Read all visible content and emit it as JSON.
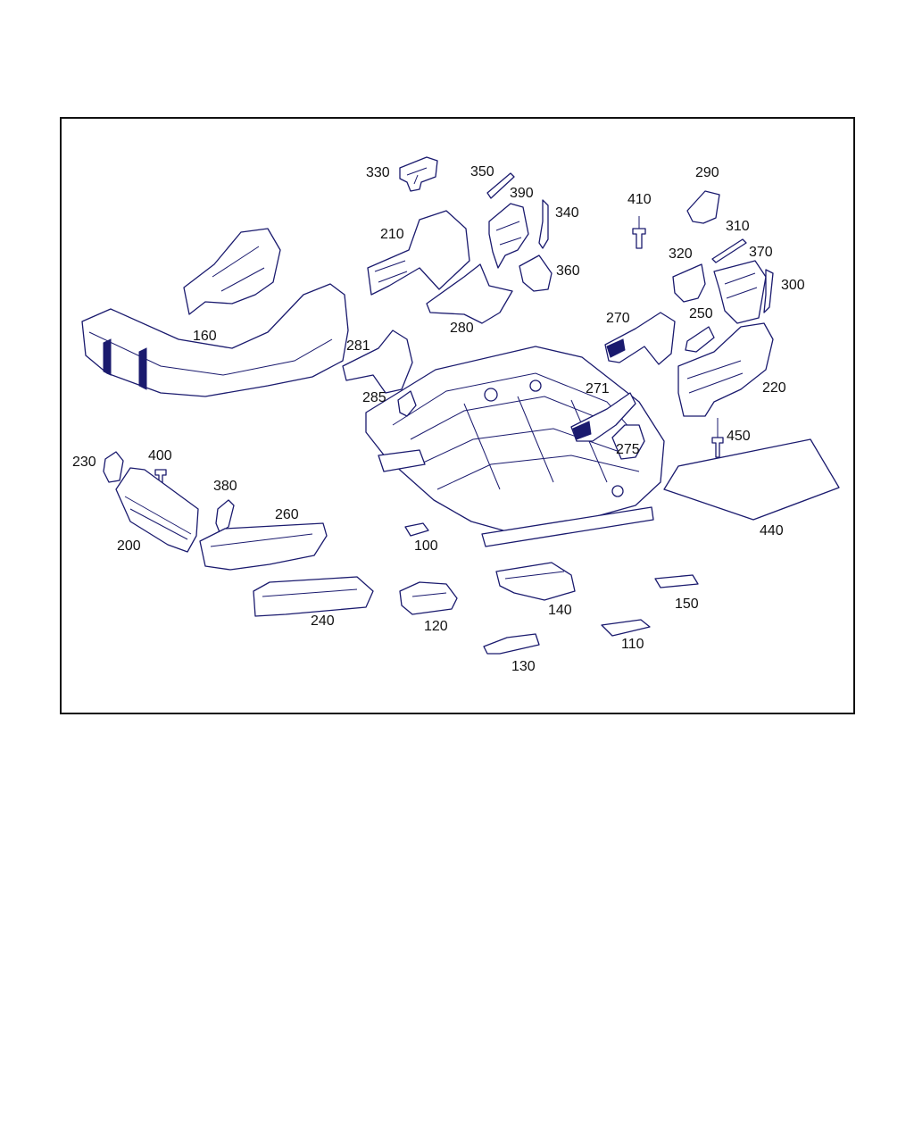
{
  "diagram": {
    "callouts": [
      {
        "id": "330",
        "label": "330"
      },
      {
        "id": "350",
        "label": "350"
      },
      {
        "id": "390",
        "label": "390"
      },
      {
        "id": "340",
        "label": "340"
      },
      {
        "id": "410",
        "label": "410"
      },
      {
        "id": "290",
        "label": "290"
      },
      {
        "id": "310",
        "label": "310"
      },
      {
        "id": "370",
        "label": "370"
      },
      {
        "id": "320",
        "label": "320"
      },
      {
        "id": "300",
        "label": "300"
      },
      {
        "id": "210",
        "label": "210"
      },
      {
        "id": "360",
        "label": "360"
      },
      {
        "id": "160",
        "label": "160"
      },
      {
        "id": "280",
        "label": "280"
      },
      {
        "id": "270",
        "label": "270"
      },
      {
        "id": "250",
        "label": "250"
      },
      {
        "id": "281",
        "label": "281"
      },
      {
        "id": "220",
        "label": "220"
      },
      {
        "id": "271",
        "label": "271"
      },
      {
        "id": "285",
        "label": "285"
      },
      {
        "id": "450",
        "label": "450"
      },
      {
        "id": "275",
        "label": "275"
      },
      {
        "id": "230",
        "label": "230"
      },
      {
        "id": "400",
        "label": "400"
      },
      {
        "id": "380",
        "label": "380"
      },
      {
        "id": "260",
        "label": "260"
      },
      {
        "id": "440",
        "label": "440"
      },
      {
        "id": "200",
        "label": "200"
      },
      {
        "id": "100",
        "label": "100"
      },
      {
        "id": "140",
        "label": "140"
      },
      {
        "id": "150",
        "label": "150"
      },
      {
        "id": "240",
        "label": "240"
      },
      {
        "id": "120",
        "label": "120"
      },
      {
        "id": "110",
        "label": "110"
      },
      {
        "id": "130",
        "label": "130"
      }
    ],
    "colors": {
      "line": "#1a1a6e",
      "frame": "#111111",
      "background": "#ffffff"
    }
  }
}
